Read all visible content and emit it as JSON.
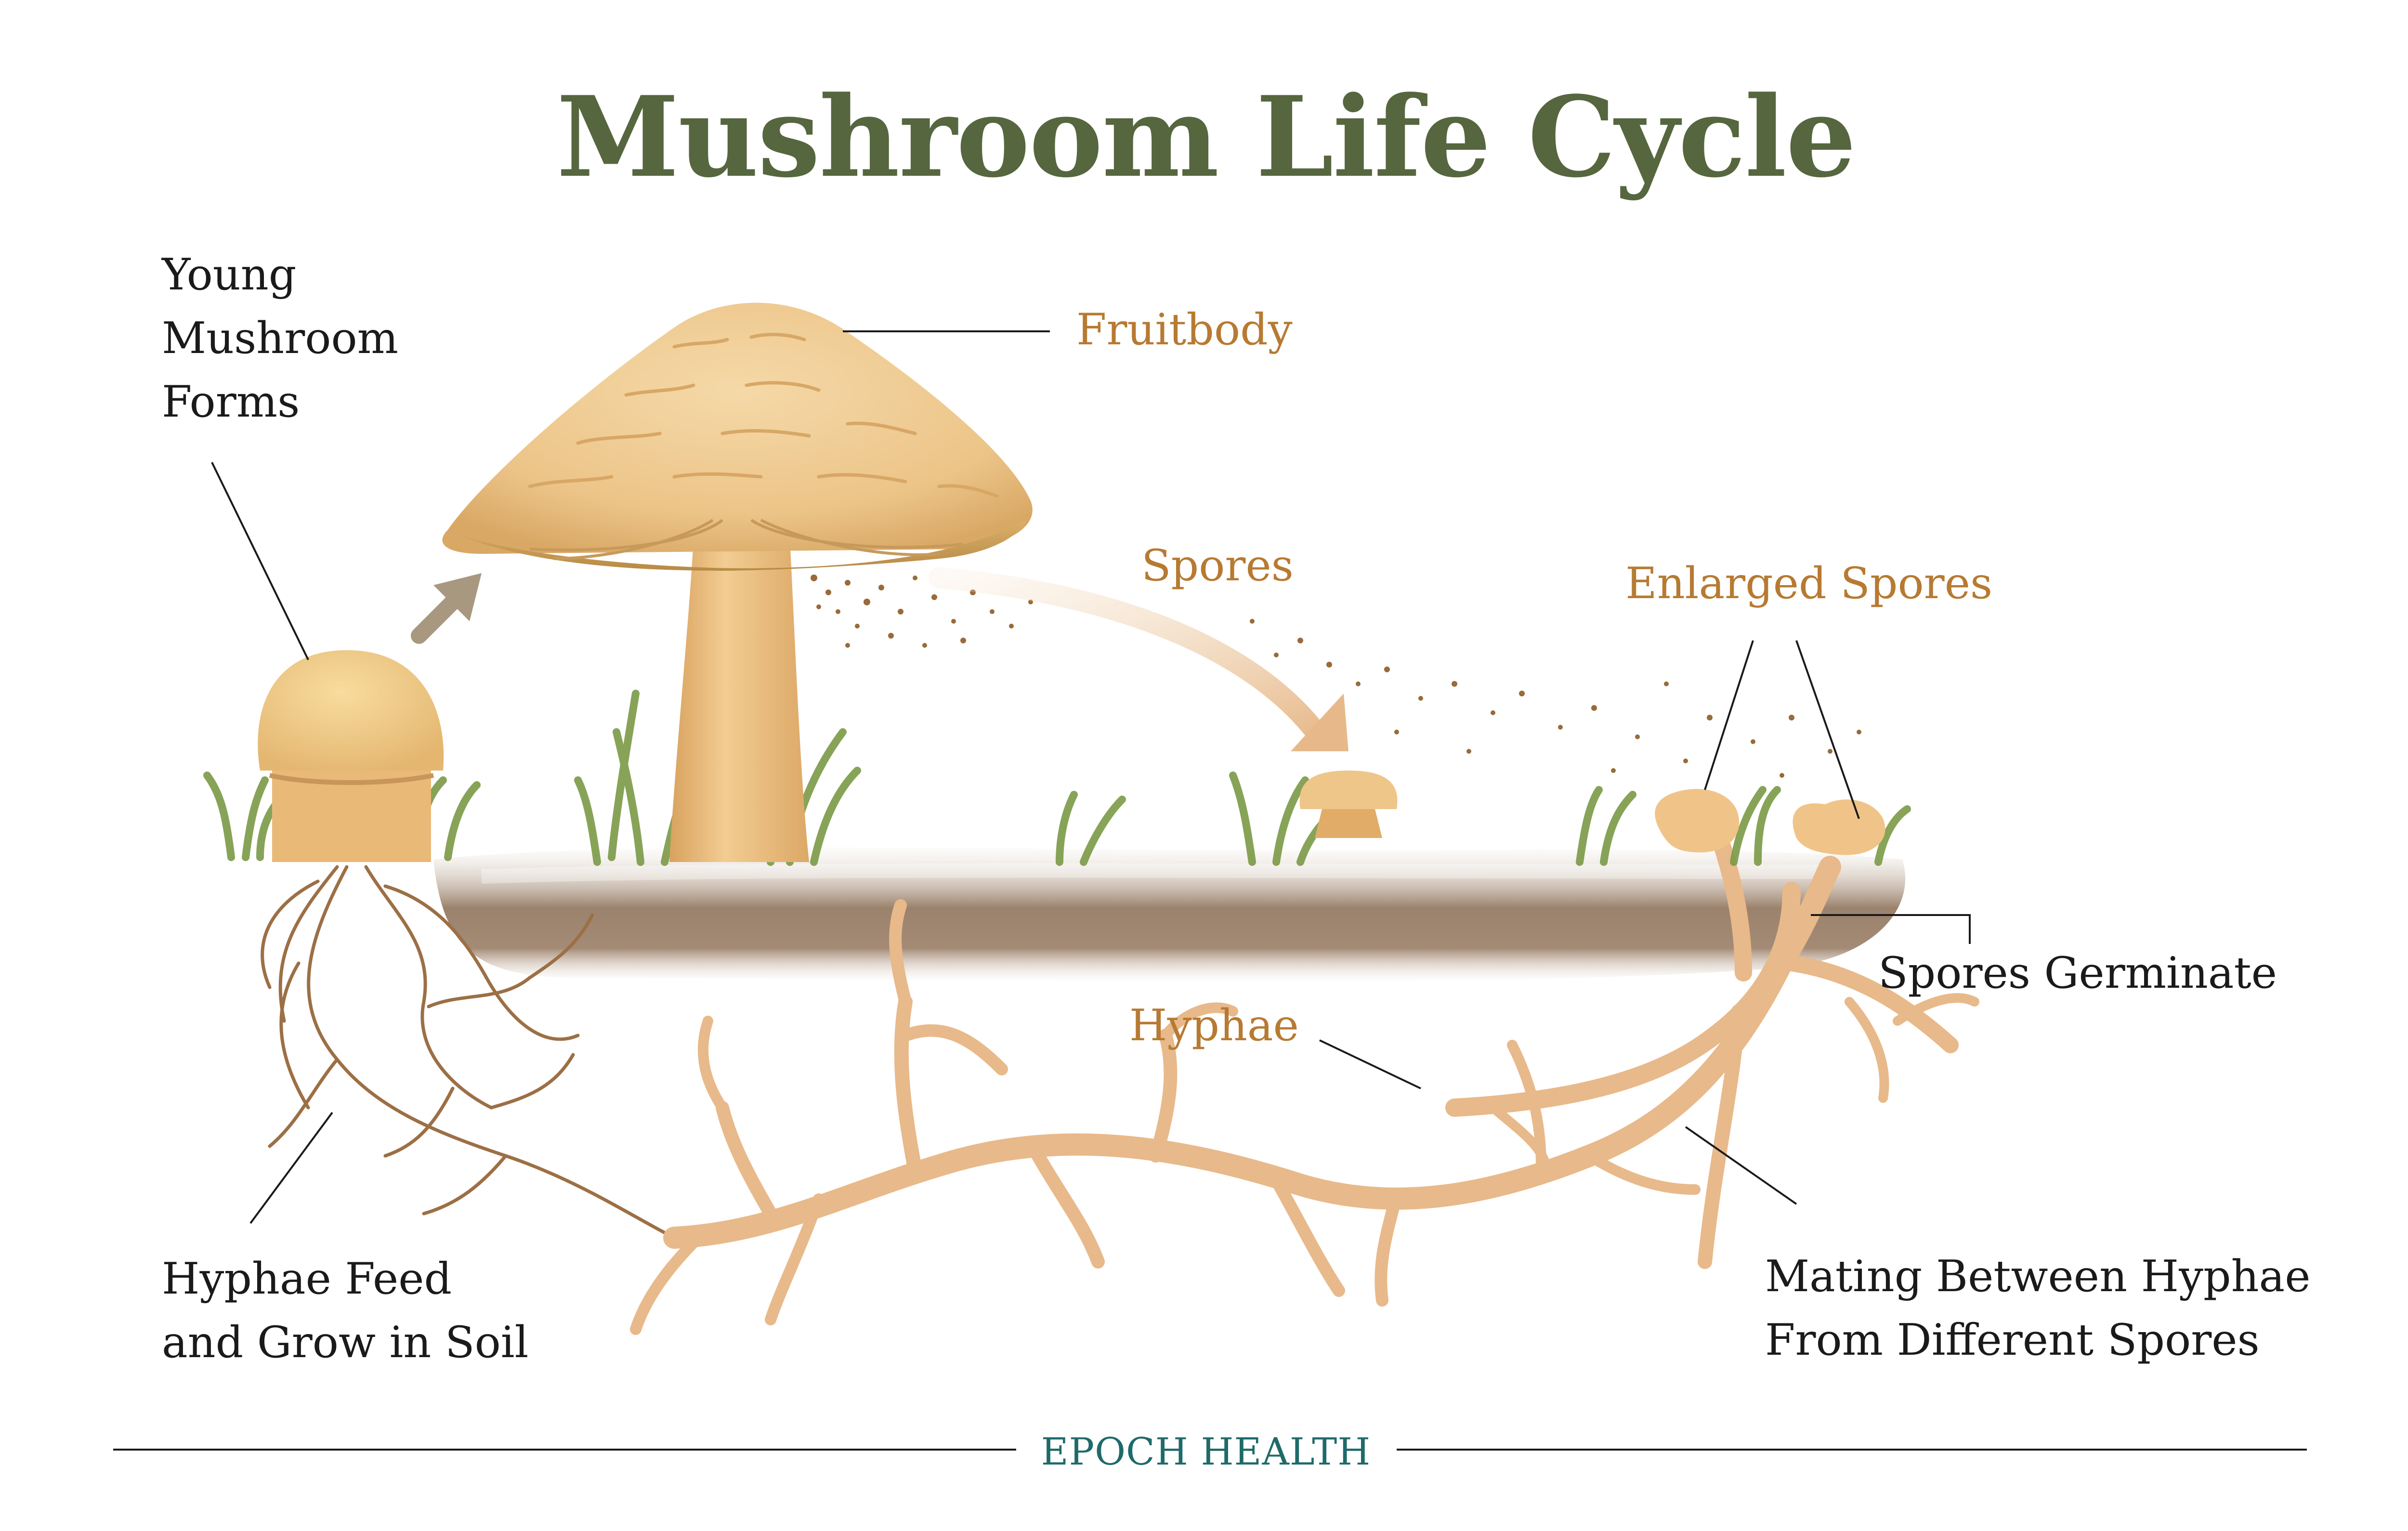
{
  "title": "Mushroom Life Cycle",
  "labels": {
    "young_mushroom": "Young\nMushroom\nForms",
    "fruitbody": "Fruitbody",
    "spores": "Spores",
    "enlarged_spores": "Enlarged Spores",
    "spores_germinate": "Spores Germinate",
    "hyphae": "Hyphae",
    "hyphae_feed": "Hyphae Feed\nand Grow in Soil",
    "mating": "Mating Between Hyphae\nFrom Different Spores"
  },
  "footer": "EPOCH HEALTH",
  "colors": {
    "title": "#56663f",
    "accent_label": "#b77a32",
    "body_label": "#1a1a1a",
    "footer": "#1f6a6a",
    "mushroom": "#efc68a",
    "hyphae": "#e8b98a",
    "soil": "#9b826c",
    "grass": "#7b9a46"
  }
}
